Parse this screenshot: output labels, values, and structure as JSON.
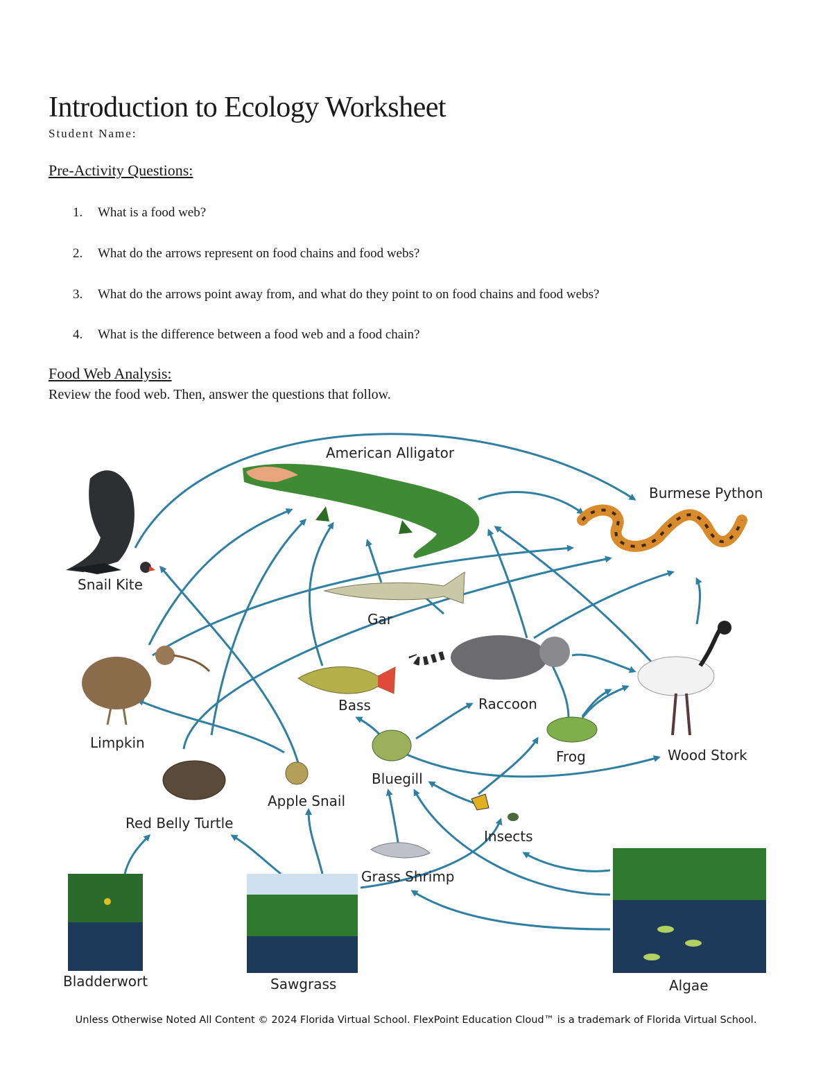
{
  "header": {
    "title": "Introduction to Ecology Worksheet",
    "student_label": "Student Name:"
  },
  "pre_activity": {
    "heading": "Pre-Activity Questions:",
    "questions": [
      {
        "num": "1.",
        "text": "What is a food web?"
      },
      {
        "num": "2.",
        "text": "What do the arrows represent on food chains and food webs?"
      },
      {
        "num": "3.",
        "text": "What do the arrows point away from, and what do they point to on food chains and food webs?"
      },
      {
        "num": "4.",
        "text": "What is the difference between a food web and a food chain?"
      }
    ]
  },
  "food_web": {
    "heading": "Food Web Analysis:",
    "instructions": "Review the food web. Then, answer the questions that follow.",
    "arrow_color": "#2f7fa3",
    "organisms": {
      "alligator": "American Alligator",
      "python": "Burmese Python",
      "snail_kite": "Snail Kite",
      "gar": "Gar",
      "limpkin": "Limpkin",
      "bass": "Bass",
      "raccoon": "Raccoon",
      "wood_stork": "Wood Stork",
      "frog": "Frog",
      "bluegill": "Bluegill",
      "apple_snail": "Apple Snail",
      "red_belly_turtle": "Red Belly Turtle",
      "insects": "Insects",
      "grass_shrimp": "Grass Shrimp",
      "bladderwort": "Bladderwort",
      "sawgrass": "Sawgrass",
      "algae": "Algae"
    }
  },
  "footer": {
    "text": "Unless Otherwise Noted All Content © 2024 Florida Virtual School. FlexPoint Education Cloud™ is a trademark of Florida Virtual School."
  }
}
